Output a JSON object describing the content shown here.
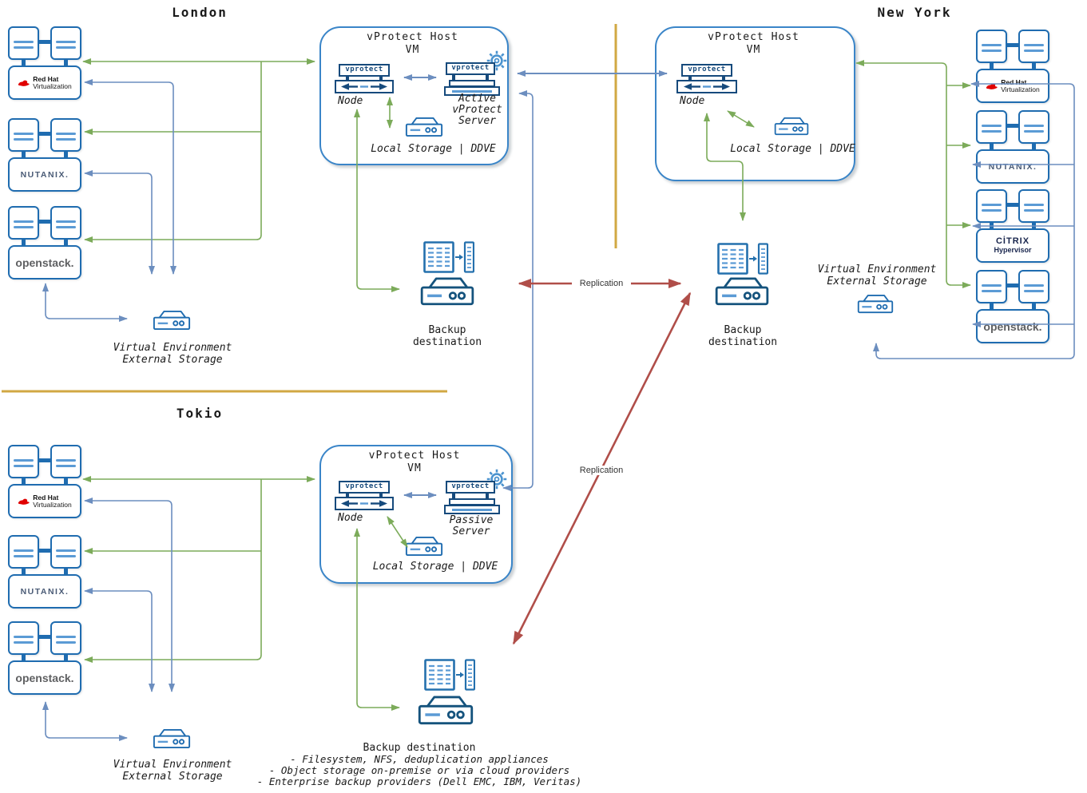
{
  "titles": {
    "london": "London",
    "new_york": "New York",
    "tokio": "Tokio"
  },
  "common": {
    "vprotect_logo": "vprotect",
    "host_title": "vProtect Host",
    "host_subtitle": "VM",
    "node_label": "Node",
    "local_storage_label": "Local Storage | DDVE",
    "backup_destination_label": "Backup destination",
    "external_storage_lines": [
      "Virtual Environment",
      "External Storage"
    ],
    "replication_label": "Replication"
  },
  "logos": {
    "redhat_line1": "Red Hat",
    "redhat_line2": "Virtualization",
    "nutanix": "NUTANIX.",
    "openstack": "openstack.",
    "citrix_line1": "CİTRIX",
    "citrix_line2": "Hypervisor"
  },
  "london": {
    "server_lines": [
      "Active",
      "vProtect",
      "Server"
    ]
  },
  "tokio": {
    "server_lines": [
      "Passive",
      "Server"
    ],
    "backup_bullets": [
      "- Filesystem, NFS, deduplication appliances",
      "- Object storage on-premise or via cloud providers",
      "- Enterprise backup providers (Dell EMC, IBM, Veritas)"
    ]
  },
  "colors": {
    "box_border": "#1f6cb0",
    "inner_line": "#5b9bd5",
    "dark_blue": "#164a7c",
    "arrow_green": "#7cab5a",
    "arrow_blue": "#6c8ebf",
    "arrow_red": "#b04e49",
    "divider_yellow": "#d1a843"
  }
}
